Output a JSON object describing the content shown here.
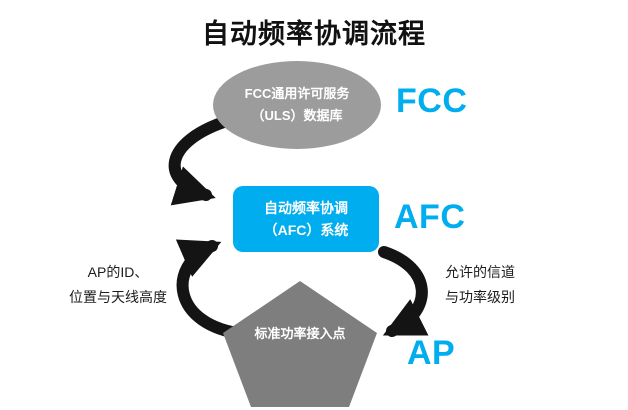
{
  "title": "自动频率协调流程",
  "colors": {
    "accent": "#00ADEF",
    "ellipse_gray": "#9C9C9C",
    "pentagon_gray": "#7E7E7E",
    "arrow_black": "#141414",
    "text_white": "#FFFFFF"
  },
  "nodes": {
    "fcc_db": {
      "line1": "FCC通用许可服务",
      "line2": "（ULS）数据库",
      "label": "FCC"
    },
    "afc": {
      "line1": "自动频率协调",
      "line2": "（AFC）系统",
      "label": "AFC"
    },
    "ap": {
      "text": "标准功率接入点",
      "label": "AP"
    }
  },
  "annotations": {
    "left": {
      "line1": "AP的ID、",
      "line2": "位置与天线高度"
    },
    "right": {
      "line1": "允许的信道",
      "line2": "与功率级别"
    }
  }
}
